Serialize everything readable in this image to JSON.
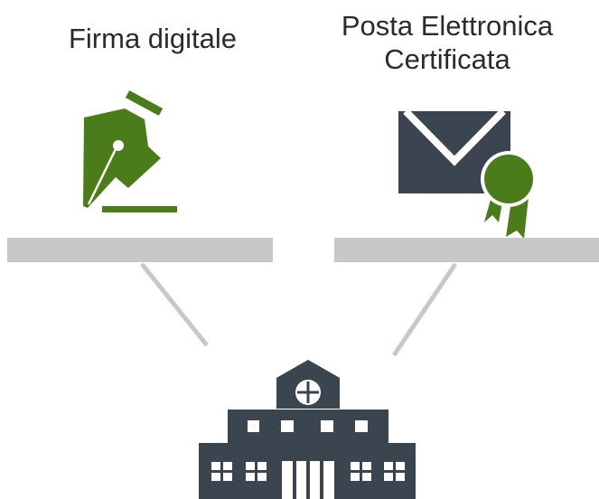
{
  "labels": {
    "left": "Firma digitale",
    "right_line1": "Posta Elettronica",
    "right_line2": "Certificata"
  },
  "colors": {
    "green": "#4a7c1a",
    "dark": "#3b4550",
    "shelf": "#c8c8c8",
    "connector": "#c8c8c8",
    "text": "#2b2b2b"
  },
  "icons": {
    "left": "fountain-pen-nib-icon",
    "right": "certified-mail-envelope-icon",
    "bottom": "school-building-icon"
  }
}
